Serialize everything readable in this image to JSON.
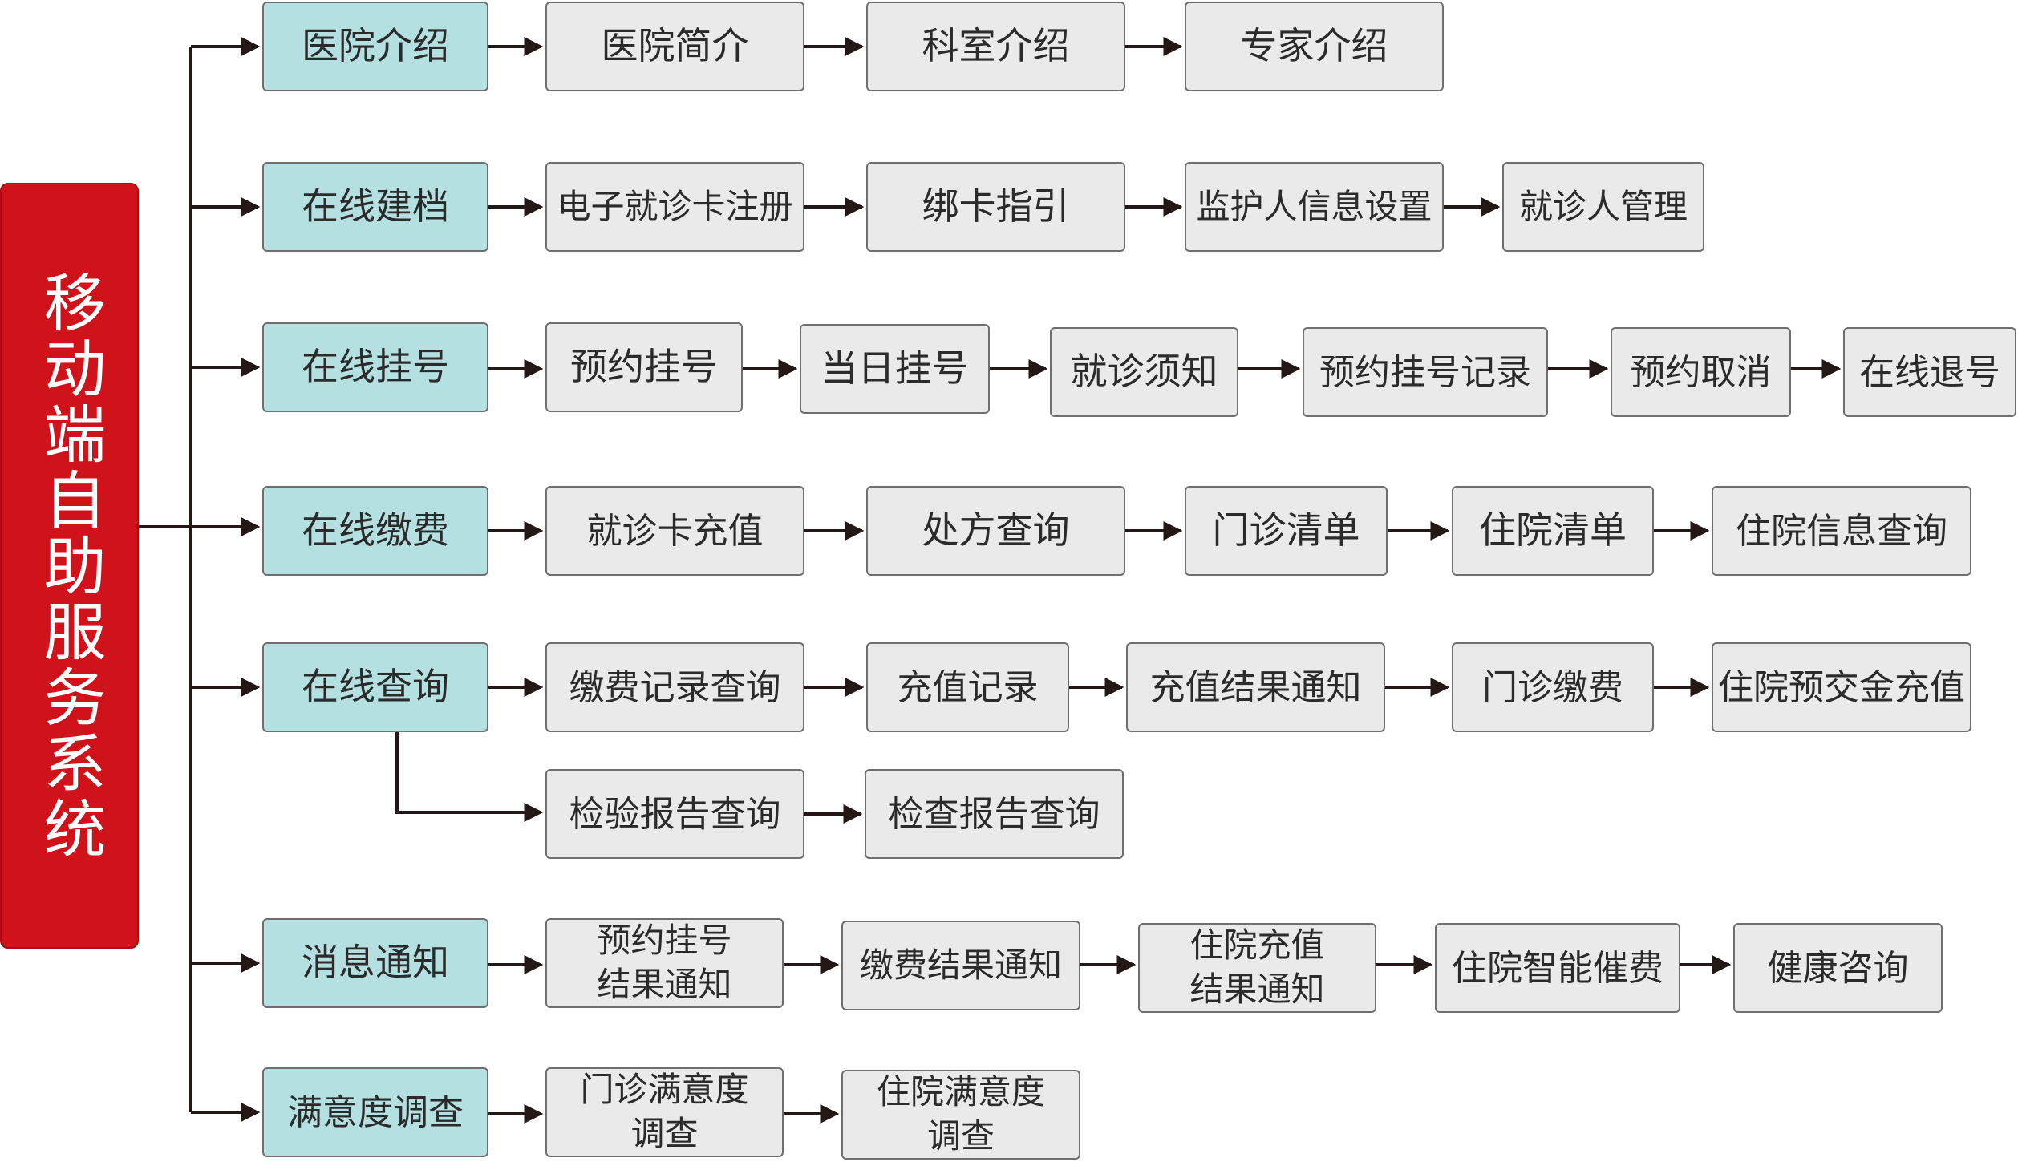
{
  "root": {
    "label": "移动端自助服务系统"
  },
  "rows": [
    {
      "label": "医院介绍",
      "items": [
        "医院简介",
        "科室介绍",
        "专家介绍"
      ]
    },
    {
      "label": "在线建档",
      "items": [
        "电子就诊卡注册",
        "绑卡指引",
        "监护人信息设置",
        "就诊人管理"
      ]
    },
    {
      "label": "在线挂号",
      "items": [
        "预约挂号",
        "当日挂号",
        "就诊须知",
        "预约挂号记录",
        "预约取消",
        "在线退号"
      ]
    },
    {
      "label": "在线缴费",
      "items": [
        "就诊卡充值",
        "处方查询",
        "门诊清单",
        "住院清单",
        "住院信息查询"
      ]
    },
    {
      "label": "在线查询",
      "items": [
        "缴费记录查询",
        "充值记录",
        "充值结果通知",
        "门诊缴费",
        "住院预交金充值"
      ],
      "subitems": [
        "检验报告查询",
        "检查报告查询"
      ]
    },
    {
      "label": "消息通知",
      "items": [
        "预约挂号\n结果通知",
        "缴费结果通知",
        "住院充值\n结果通知",
        "住院智能催费",
        "健康咨询"
      ]
    },
    {
      "label": "满意度调查",
      "items": [
        "门诊满意度\n调查",
        "住院满意度\n调查"
      ]
    }
  ],
  "colors": {
    "root": "#d0121b",
    "category": "#b5e0e2",
    "item": "#eaeaea",
    "line": "#231815"
  }
}
